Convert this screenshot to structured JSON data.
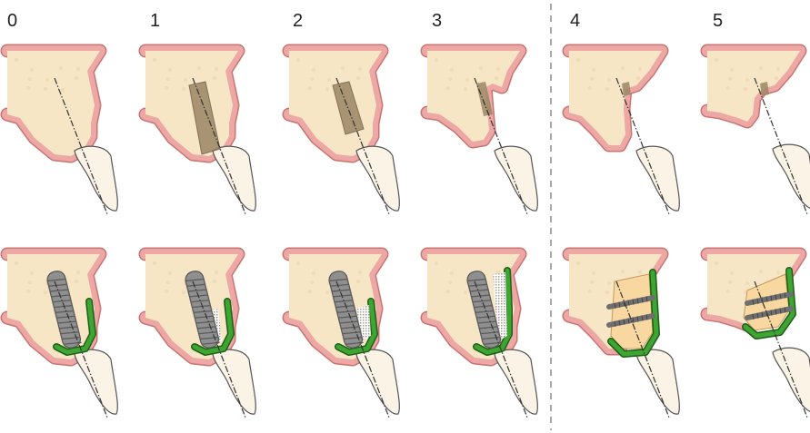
{
  "stages": [
    "0",
    "1",
    "2",
    "3",
    "4",
    "5"
  ],
  "colors": {
    "bone": "#f7e6c6",
    "gum_fill": "#eda7a4",
    "gum_edge": "#c67571",
    "tooth": "#fbf3e6",
    "socket": "#9b8564",
    "implant": "#8f8f8f",
    "membrane": "#3fa532",
    "block_graft": "#f8d7a0",
    "screw": "#6f6f6f",
    "divider": "#a8a8a8"
  },
  "icons": {
    "implant": "threaded-implant-icon",
    "screw": "fixation-screw-icon",
    "membrane": "barrier-membrane-icon",
    "tooth": "tooth-crown-icon"
  }
}
